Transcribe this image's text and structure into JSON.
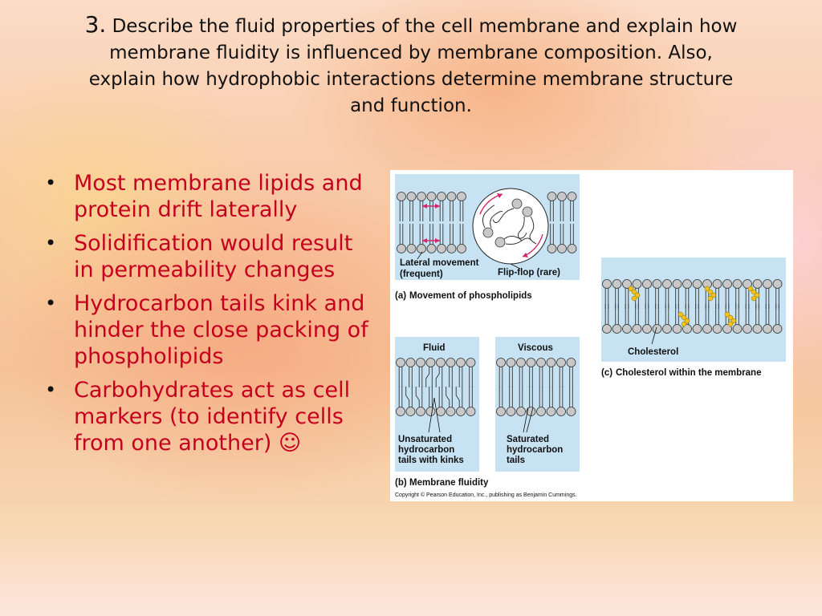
{
  "slide": {
    "title_number": "3.",
    "title_text": "Describe the fluid properties of the cell membrane and explain how membrane fluidity is influenced by membrane composition. Also, explain how hydrophobic interactions determine membrane structure and function."
  },
  "bullets": [
    "Most membrane lipids and protein drift laterally",
    "Solidification would result in permeability changes",
    "Hydrocarbon tails kink and hinder the close packing of phospholipids",
    "Carbohydrates act as cell markers (to identify cells from one another) ☺"
  ],
  "figure": {
    "panel_a": {
      "label_lateral_1": "Lateral movement",
      "label_lateral_2": "(frequent)",
      "label_flipflop": "Flip-flop (rare)",
      "caption_letter": "(a)",
      "caption_text": "Movement of phospholipids"
    },
    "panel_b": {
      "fluid_label": "Fluid",
      "viscous_label": "Viscous",
      "unsat_1": "Unsaturated",
      "unsat_2": "hydrocarbon",
      "unsat_3": "tails with kinks",
      "sat_1": "Saturated",
      "sat_2": "hydrocarbon",
      "sat_3": "tails",
      "caption_letter": "(b)",
      "caption_text": "Membrane fluidity"
    },
    "panel_c": {
      "cholesterol_label": "Cholesterol",
      "caption_letter": "(c)",
      "caption_text": "Cholesterol within the membrane"
    },
    "copyright": "Copyright © Pearson Education, Inc., publishing as Benjamin Cummings."
  },
  "colors": {
    "bullet_text": "#c5001f",
    "panel_bg": "#c7e3f3",
    "head_fill": "#c8c8c8",
    "cholesterol": "#f2c21b",
    "arrow": "#d6246e"
  }
}
